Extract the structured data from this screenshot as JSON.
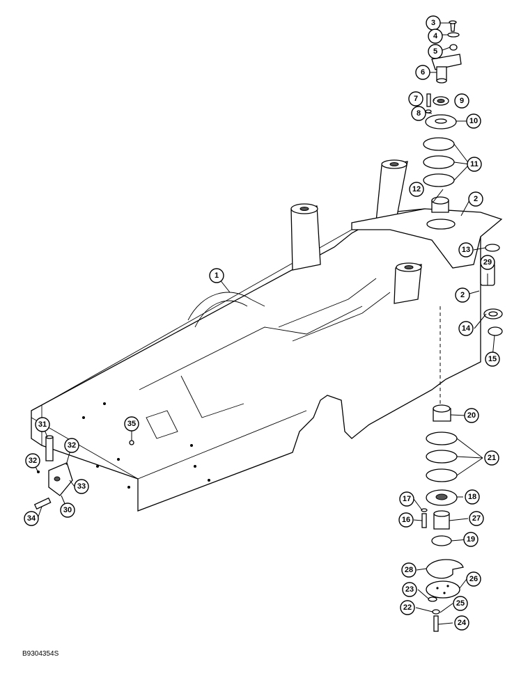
{
  "figure_code": "B9304354S",
  "callouts": [
    "1",
    "2",
    "3",
    "4",
    "5",
    "6",
    "7",
    "8",
    "9",
    "10",
    "11",
    "12",
    "13",
    "14",
    "15",
    "16",
    "17",
    "18",
    "19",
    "20",
    "21",
    "22",
    "23",
    "24",
    "25",
    "26",
    "27",
    "28",
    "29",
    "30",
    "31",
    "32",
    "33",
    "34",
    "35"
  ]
}
